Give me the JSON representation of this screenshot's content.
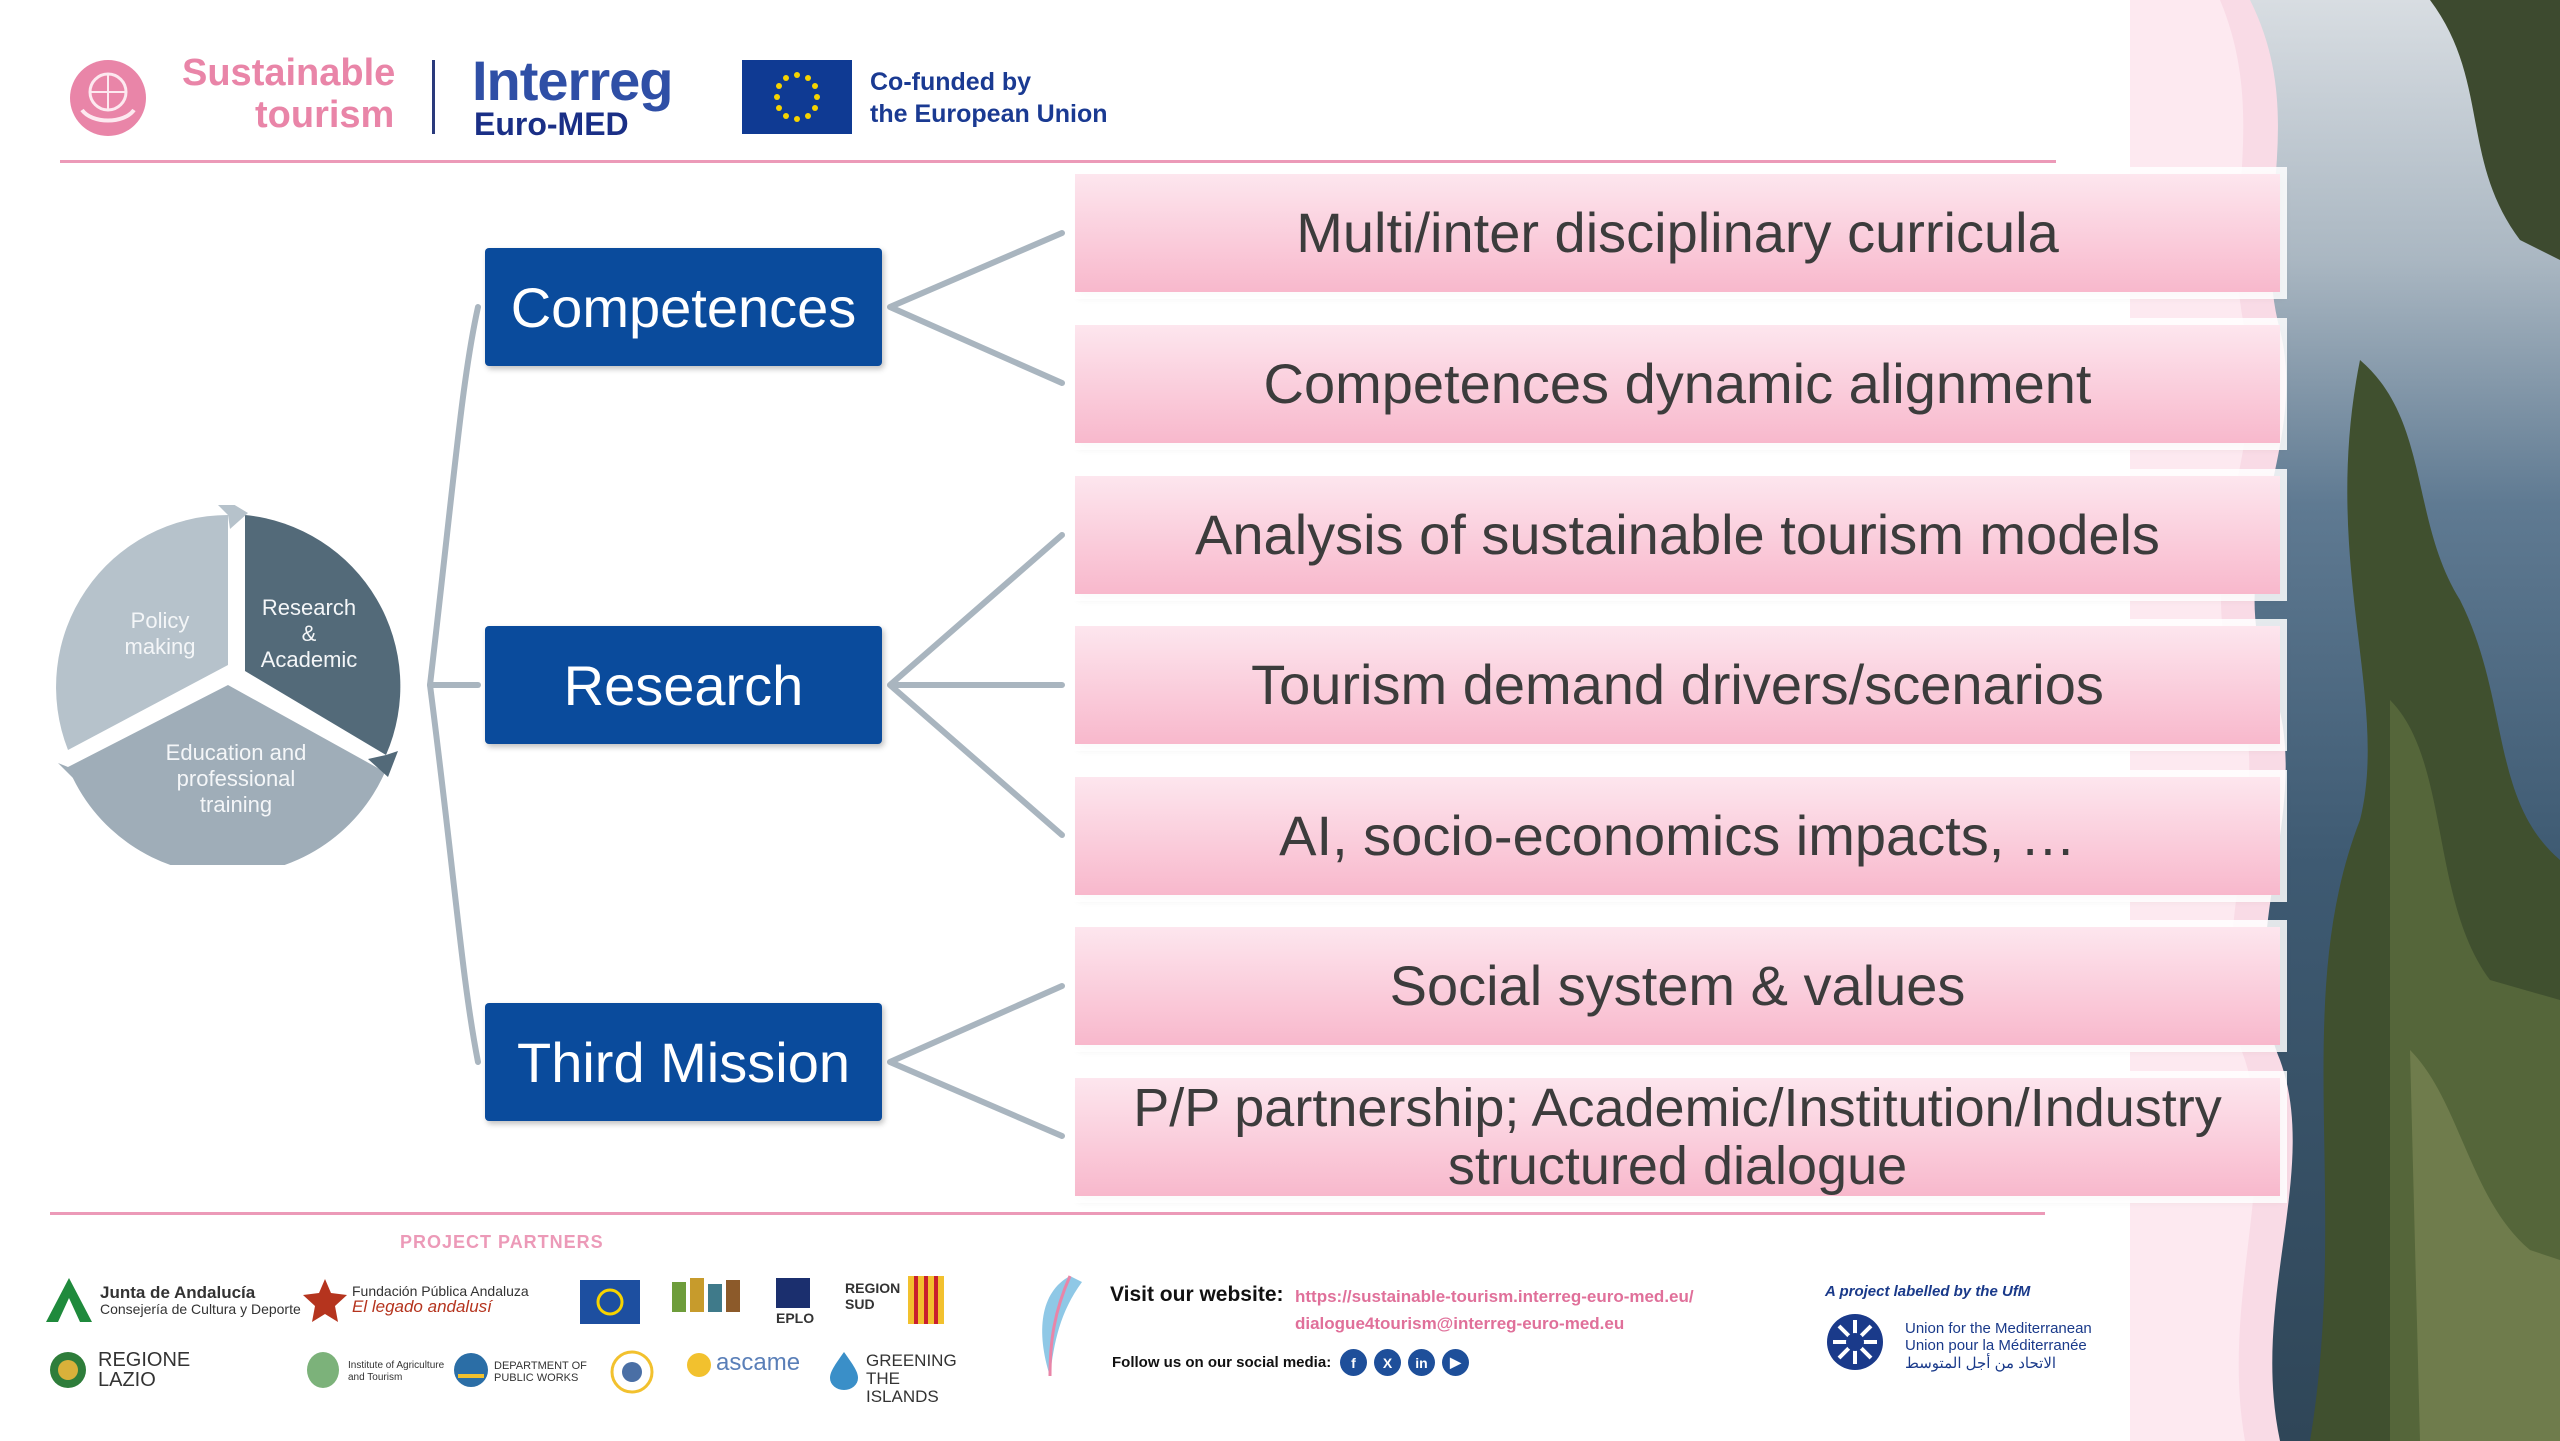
{
  "header": {
    "brand_line1": "Sustainable",
    "brand_line2": "tourism",
    "interreg": "Interreg",
    "euromed": "Euro-MED",
    "cofunded_line1": "Co-funded by",
    "cofunded_line2": "the European Union"
  },
  "cycle": {
    "segments": [
      "Policy making",
      "Research & Academic",
      "Education and professional training"
    ]
  },
  "categories": [
    "Competences",
    "Research",
    "Third Mission"
  ],
  "items": [
    "Multi/inter disciplinary curricula",
    "Competences dynamic alignment",
    "Analysis of sustainable tourism models",
    "Tourism demand drivers/scenarios",
    "AI, socio-economics impacts, …",
    "Social system & values",
    "P/P partnership; Academic/Institution/Industry structured dialogue"
  ],
  "footer": {
    "partners_title": "PROJECT PARTNERS",
    "partners": [
      "Junta de Andalucía",
      "Consejería de Cultura y Deporte",
      "Fundación Pública Andaluza",
      "El legado andalusí",
      "EPLO",
      "REGION SUD",
      "REGIONE LAZIO",
      "Institute of Agriculture and Tourism",
      "DEPARTMENT OF PUBLIC WORKS",
      "ascame",
      "GREENING THE ISLANDS"
    ],
    "visit_label": "Visit our website:",
    "website": "https://sustainable-tourism.interreg-euro-med.eu/",
    "email": "dialogue4tourism@interreg-euro-med.eu",
    "follow_label": "Follow us on our social media:",
    "ufm_label": "A project labelled by the UfM",
    "ufm_en": "Union for the Mediterranean",
    "ufm_fr": "Union pour la Méditerranée",
    "ufm_ar": "الاتحاد من أجل المتوسط"
  },
  "colors": {
    "category_blue": "#0a4b9c",
    "item_pink_top": "#fde6ee",
    "item_pink_bottom": "#f8b8cc",
    "brand_pink": "#e985a8",
    "connector_grey": "#a9b5bf"
  },
  "icons": [
    "facebook-icon",
    "x-icon",
    "linkedin-icon",
    "youtube-icon",
    "eu-flag-icon",
    "globe-hands-icon"
  ]
}
